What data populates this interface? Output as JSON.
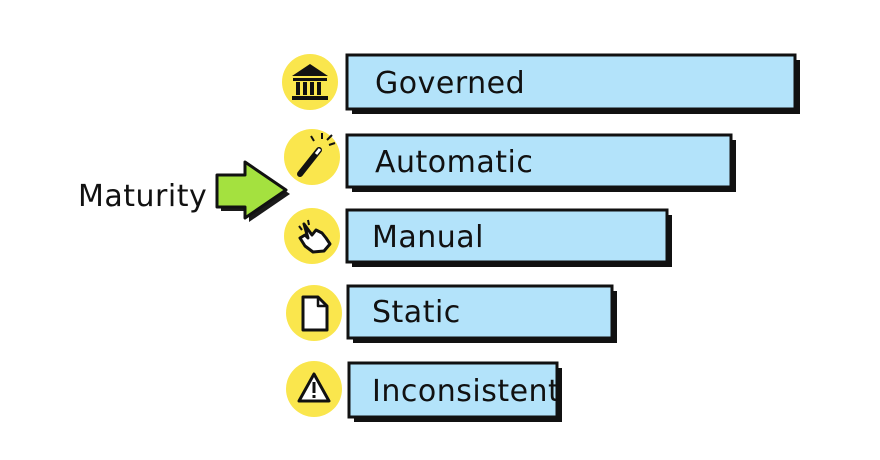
{
  "side_label": "Maturity",
  "colors": {
    "bar_fill": "#b3e3fa",
    "icon_circle": "#fae64d",
    "arrow_fill": "#a4e13f",
    "ink": "#111111"
  },
  "levels": [
    {
      "label": "Governed",
      "icon": "bank-icon"
    },
    {
      "label": "Automatic",
      "icon": "magic-wand-icon"
    },
    {
      "label": "Manual",
      "icon": "hand-pointer-icon"
    },
    {
      "label": "Static",
      "icon": "document-icon"
    },
    {
      "label": "Inconsistent",
      "icon": "warning-icon"
    }
  ]
}
